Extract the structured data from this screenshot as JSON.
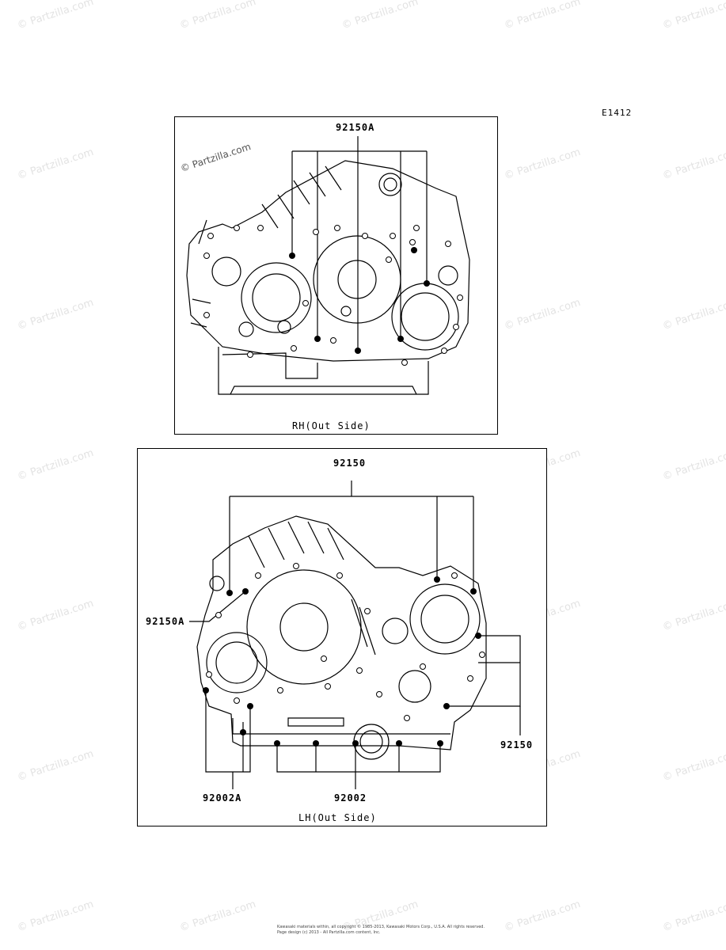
{
  "figure_code": "E1412",
  "watermark": "© Partzilla.com",
  "rh_panel": {
    "caption": "RH(Out Side)",
    "callouts": [
      "92150A"
    ]
  },
  "lh_panel": {
    "caption": "LH(Out Side)",
    "callouts": [
      "92150",
      "92150A",
      "92150",
      "92002A",
      "92002"
    ]
  },
  "footer": {
    "line1": "Kawasaki materials within, all copyright © 1985-2013, Kawasaki Motors Corp., U.S.A. All rights reserved.",
    "line2": "Page design (c) 2013 - All Partzilla.com content, Inc."
  }
}
